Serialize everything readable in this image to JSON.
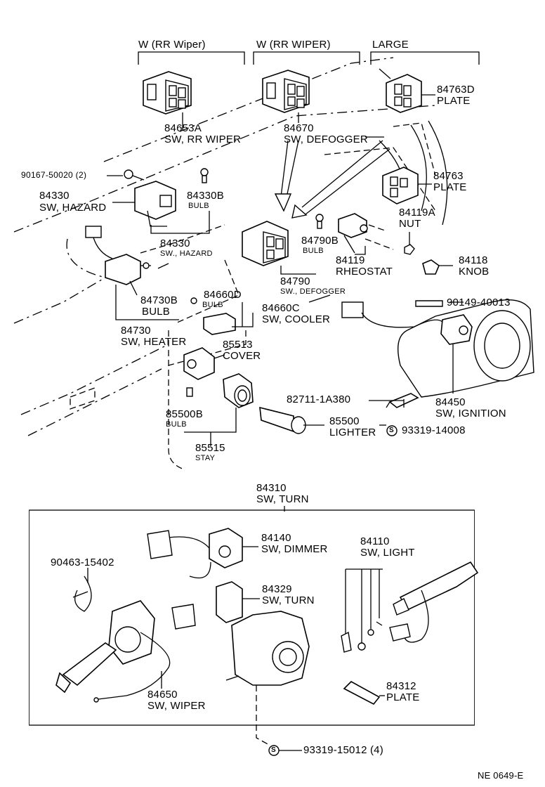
{
  "headers": {
    "rr_wiper_left": "W (RR Wiper)",
    "rr_wiper_right": "W (RR WIPER)",
    "large": "LARGE"
  },
  "parts": {
    "p84653a": {
      "number": "84653A",
      "name": "SW, RR WIPER"
    },
    "p84670": {
      "number": "84670",
      "name": "SW, DEFOGGER"
    },
    "p84763d": {
      "number": "84763D",
      "name": "PLATE"
    },
    "p84763": {
      "number": "84763",
      "name": "PLATE"
    },
    "p90167": {
      "number": "90167-50020 (2)"
    },
    "p84330": {
      "number": "84330",
      "name": "SW, HAZARD"
    },
    "p84330b": {
      "number": "84330B",
      "name": "BULB"
    },
    "p84330_sub": {
      "number": "84330",
      "name": "SW., HAZARD"
    },
    "p84119a": {
      "number": "84119A",
      "name": "NUT"
    },
    "p84790b": {
      "number": "84790B",
      "name": "BULB"
    },
    "p84119": {
      "number": "84119",
      "name": "RHEOSTAT"
    },
    "p84118": {
      "number": "84118",
      "name": "KNOB"
    },
    "p84790": {
      "number": "84790",
      "name": "SW., DEFOGGER"
    },
    "p84660d": {
      "number": "84660D",
      "name": "BULB"
    },
    "p84730b": {
      "number": "84730B",
      "name": "BULB"
    },
    "p84660c": {
      "number": "84660C",
      "name": "SW, COOLER"
    },
    "p90149": {
      "number": "90149-40013"
    },
    "p84730": {
      "number": "84730",
      "name": "SW, HEATER"
    },
    "p85513": {
      "number": "85513",
      "name": "COVER"
    },
    "p82711": {
      "number": "82711-1A380"
    },
    "p84450": {
      "number": "84450",
      "name": "SW, IGNITION"
    },
    "p85500b": {
      "number": "85500B",
      "name": "BULB"
    },
    "p85500": {
      "number": "85500",
      "name": "LIGHTER"
    },
    "p93319_14008": {
      "number": "93319-14008"
    },
    "p85515": {
      "number": "85515",
      "name": "STAY"
    },
    "p84310": {
      "number": "84310",
      "name": "SW, TURN"
    },
    "p84140": {
      "number": "84140",
      "name": "SW, DIMMER"
    },
    "p90463": {
      "number": "90463-15402"
    },
    "p84110": {
      "number": "84110",
      "name": "SW, LIGHT"
    },
    "p84329": {
      "number": "84329",
      "name": "SW, TURN"
    },
    "p84312": {
      "number": "84312",
      "name": "PLATE"
    },
    "p84650": {
      "number": "84650",
      "name": "SW, WIPER"
    },
    "p93319_15012": {
      "number": "93319-15012 (4)"
    }
  },
  "symbols": {
    "s_mark": "S"
  },
  "figure_code": "NE 0649-E"
}
